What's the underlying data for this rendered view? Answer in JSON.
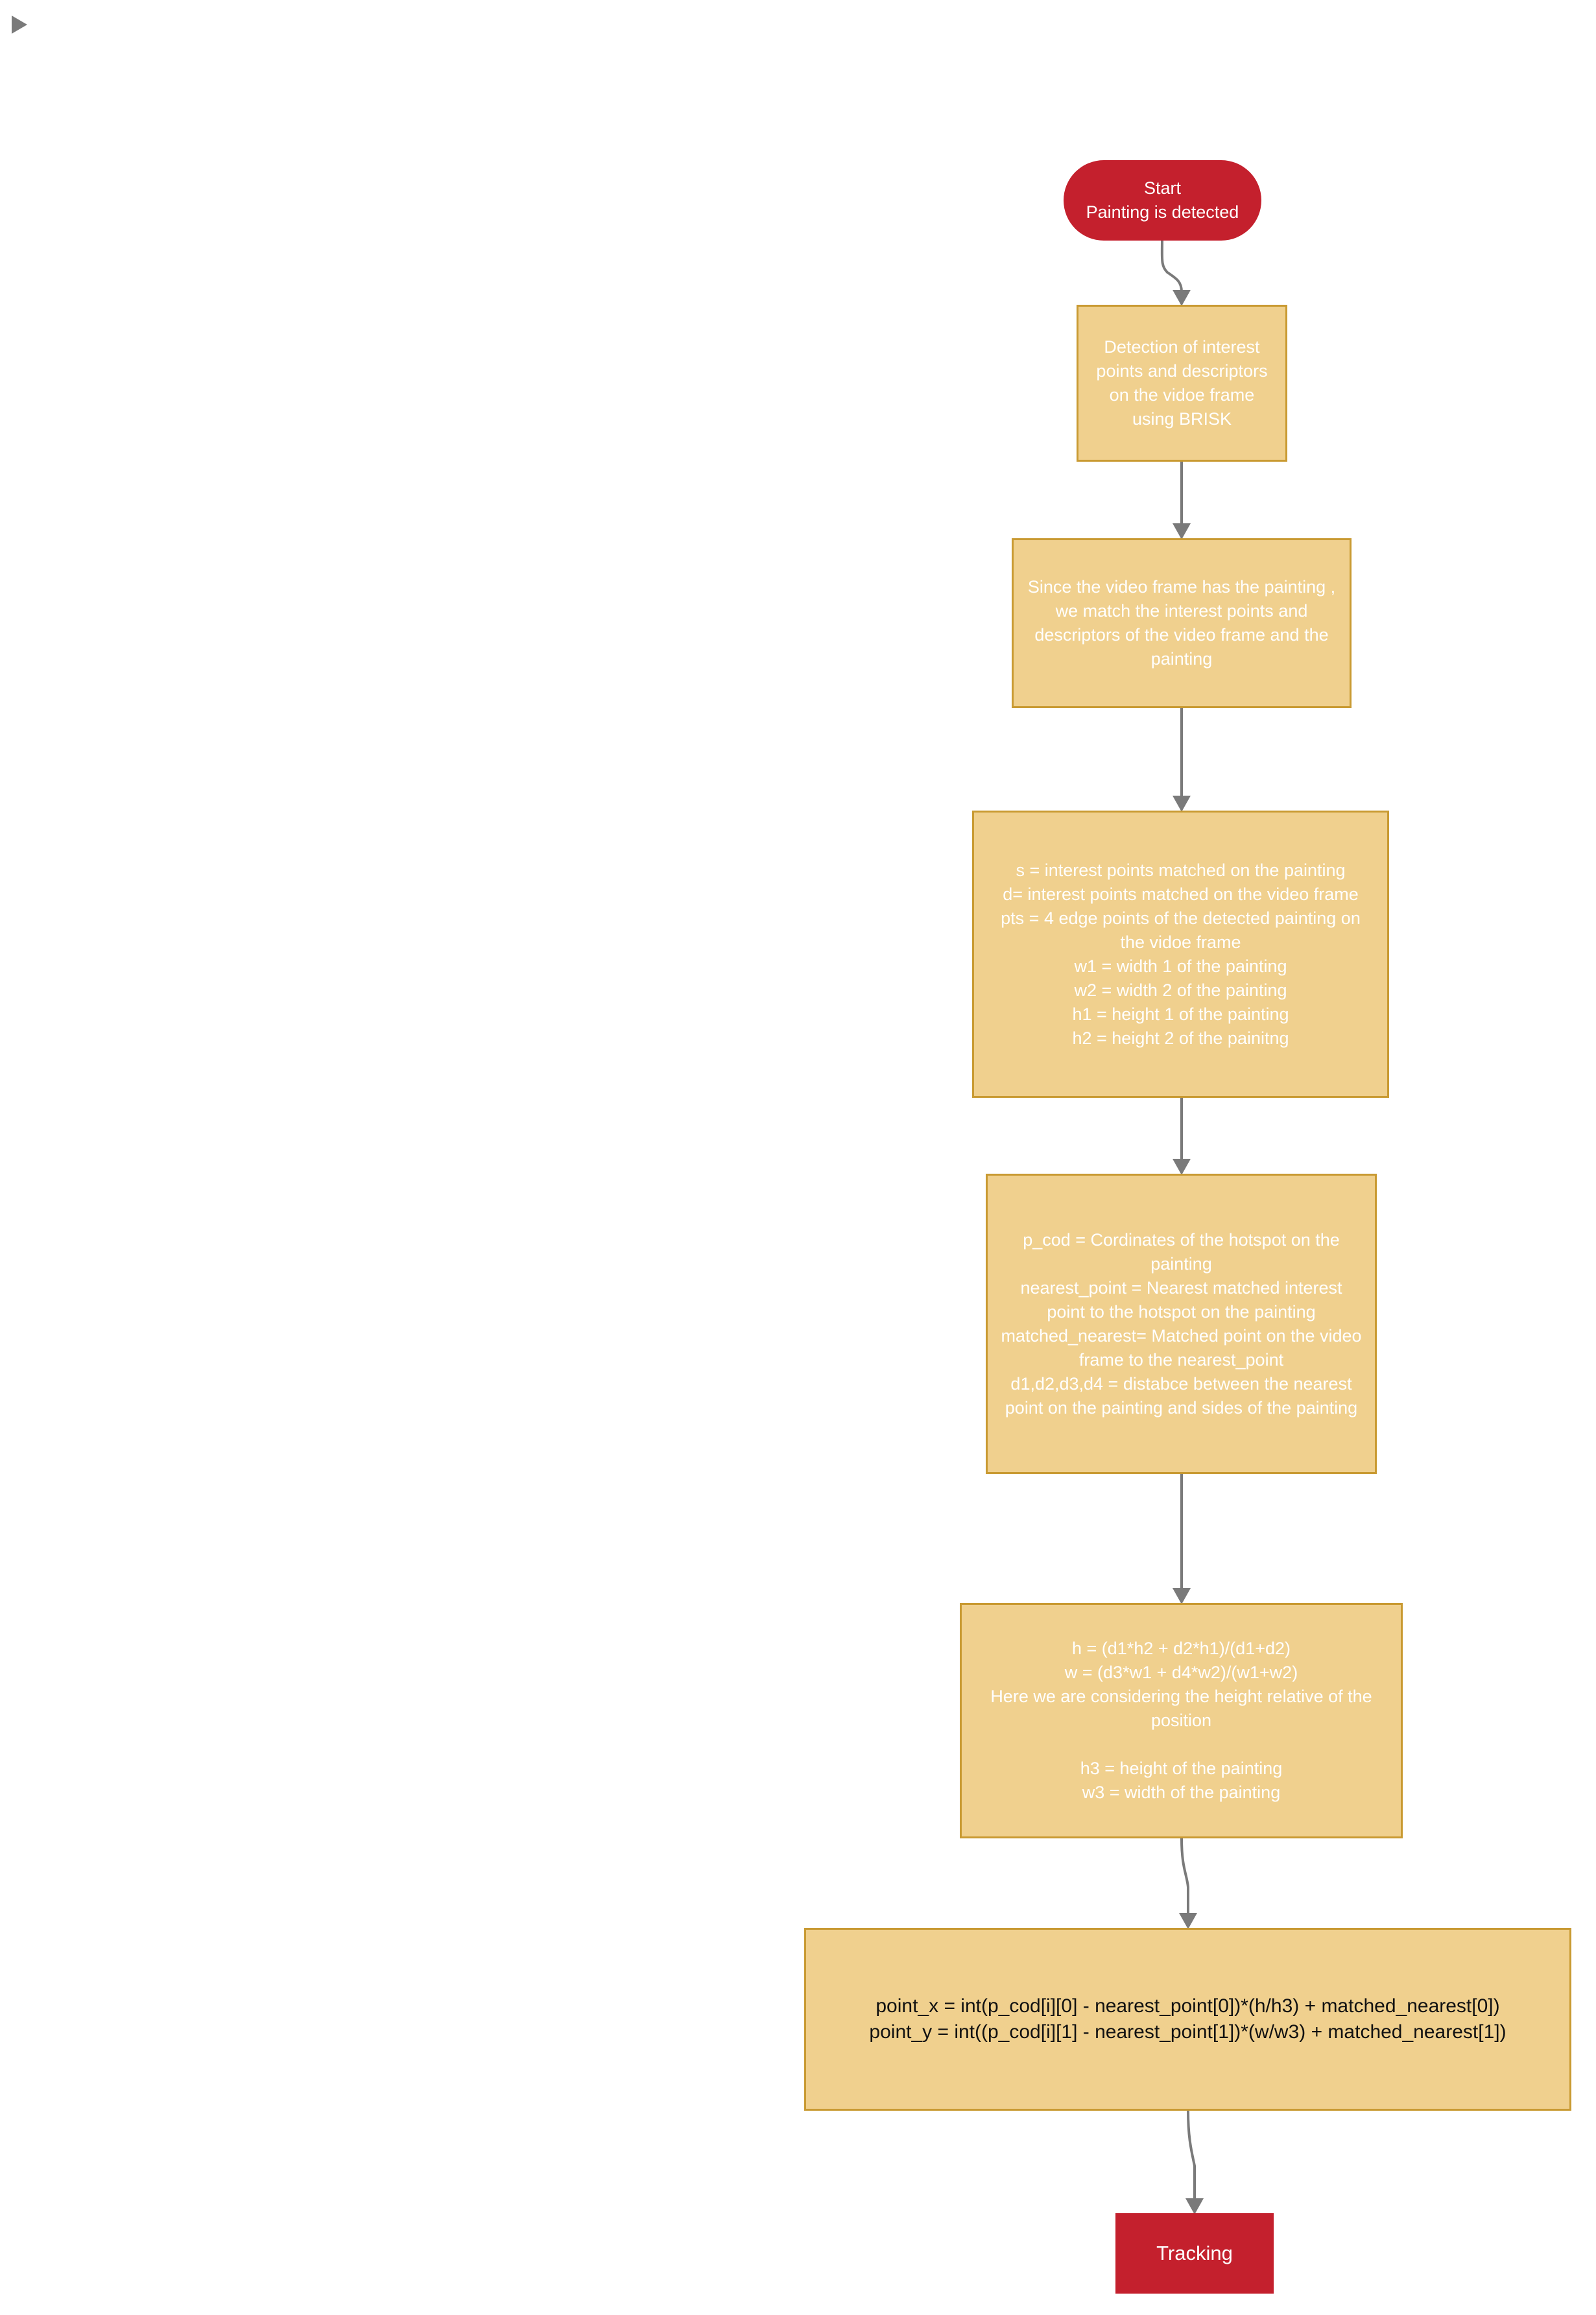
{
  "toolbar": {
    "collapse_icon": "triangle-right-icon"
  },
  "colors": {
    "terminal": "#c4202d",
    "process_fill": "#f0d08e",
    "process_border": "#c99a32",
    "connector": "#7a7a7a"
  },
  "nodes": {
    "start": "Start\nPainting is detected",
    "detect": "Detection of interest points and descriptors on the vidoe frame using BRISK",
    "match": "Since the video frame has the painting , we match the interest points and descriptors of the video frame and the painting",
    "vars": "s = interest points matched on the painting\nd= interest points matched on the video frame\npts = 4 edge points of the detected painting on the vidoe frame\nw1 = width 1 of the painting\nw2 = width 2 of the painting\nh1 = height 1 of the painting\nh2 = height 2 of the painitng",
    "pcod": "p_cod = Cordinates of the hotspot on the painting\nnearest_point = Nearest matched interest point to the hotspot on the painting\nmatched_nearest= Matched point on the video frame to the nearest_point\nd1,d2,d3,d4 = distabce between the nearest point on the painting and sides of the painting",
    "hw": "h  = (d1*h2 + d2*h1)/(d1+d2)\nw = (d3*w1 + d4*w2)/(w1+w2)\nHere we are considering the height relative of the position\n\nh3 = height of the painting\nw3 = width of the painting",
    "point": "point_x = int(p_cod[i][0] - nearest_point[0])*(h/h3) + matched_nearest[0])\npoint_y = int((p_cod[i][1] - nearest_point[1])*(w/w3) + matched_nearest[1])",
    "tracking": "Tracking"
  }
}
